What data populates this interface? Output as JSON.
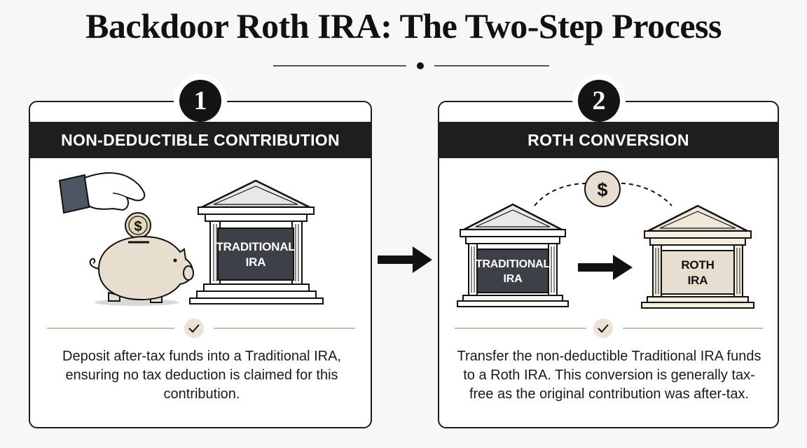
{
  "title": "Backdoor Roth IRA: The Two-Step Process",
  "steps": [
    {
      "number": "1",
      "heading": "NON-DEDUCTIBLE CONTRIBUTION",
      "bank_label_line1": "TRADITIONAL",
      "bank_label_line2": "IRA",
      "coin_symbol": "$",
      "description": "Deposit after-tax funds into a Traditional IRA, ensuring no tax deduction is claimed for this contribution."
    },
    {
      "number": "2",
      "heading": "ROTH CONVERSION",
      "from_label_line1": "TRADITIONAL",
      "from_label_line2": "IRA",
      "to_label_line1": "ROTH",
      "to_label_line2": "IRA",
      "coin_symbol": "$",
      "description": "Transfer the non-deductible Traditional IRA funds to a Roth IRA. This conversion is generally tax-free as the original contribution was after-tax."
    }
  ],
  "colors": {
    "dark": "#1e1e1e",
    "beige": "#e8ded0",
    "accent": "#b8aa8c",
    "check_bg": "#ebe4d6"
  }
}
